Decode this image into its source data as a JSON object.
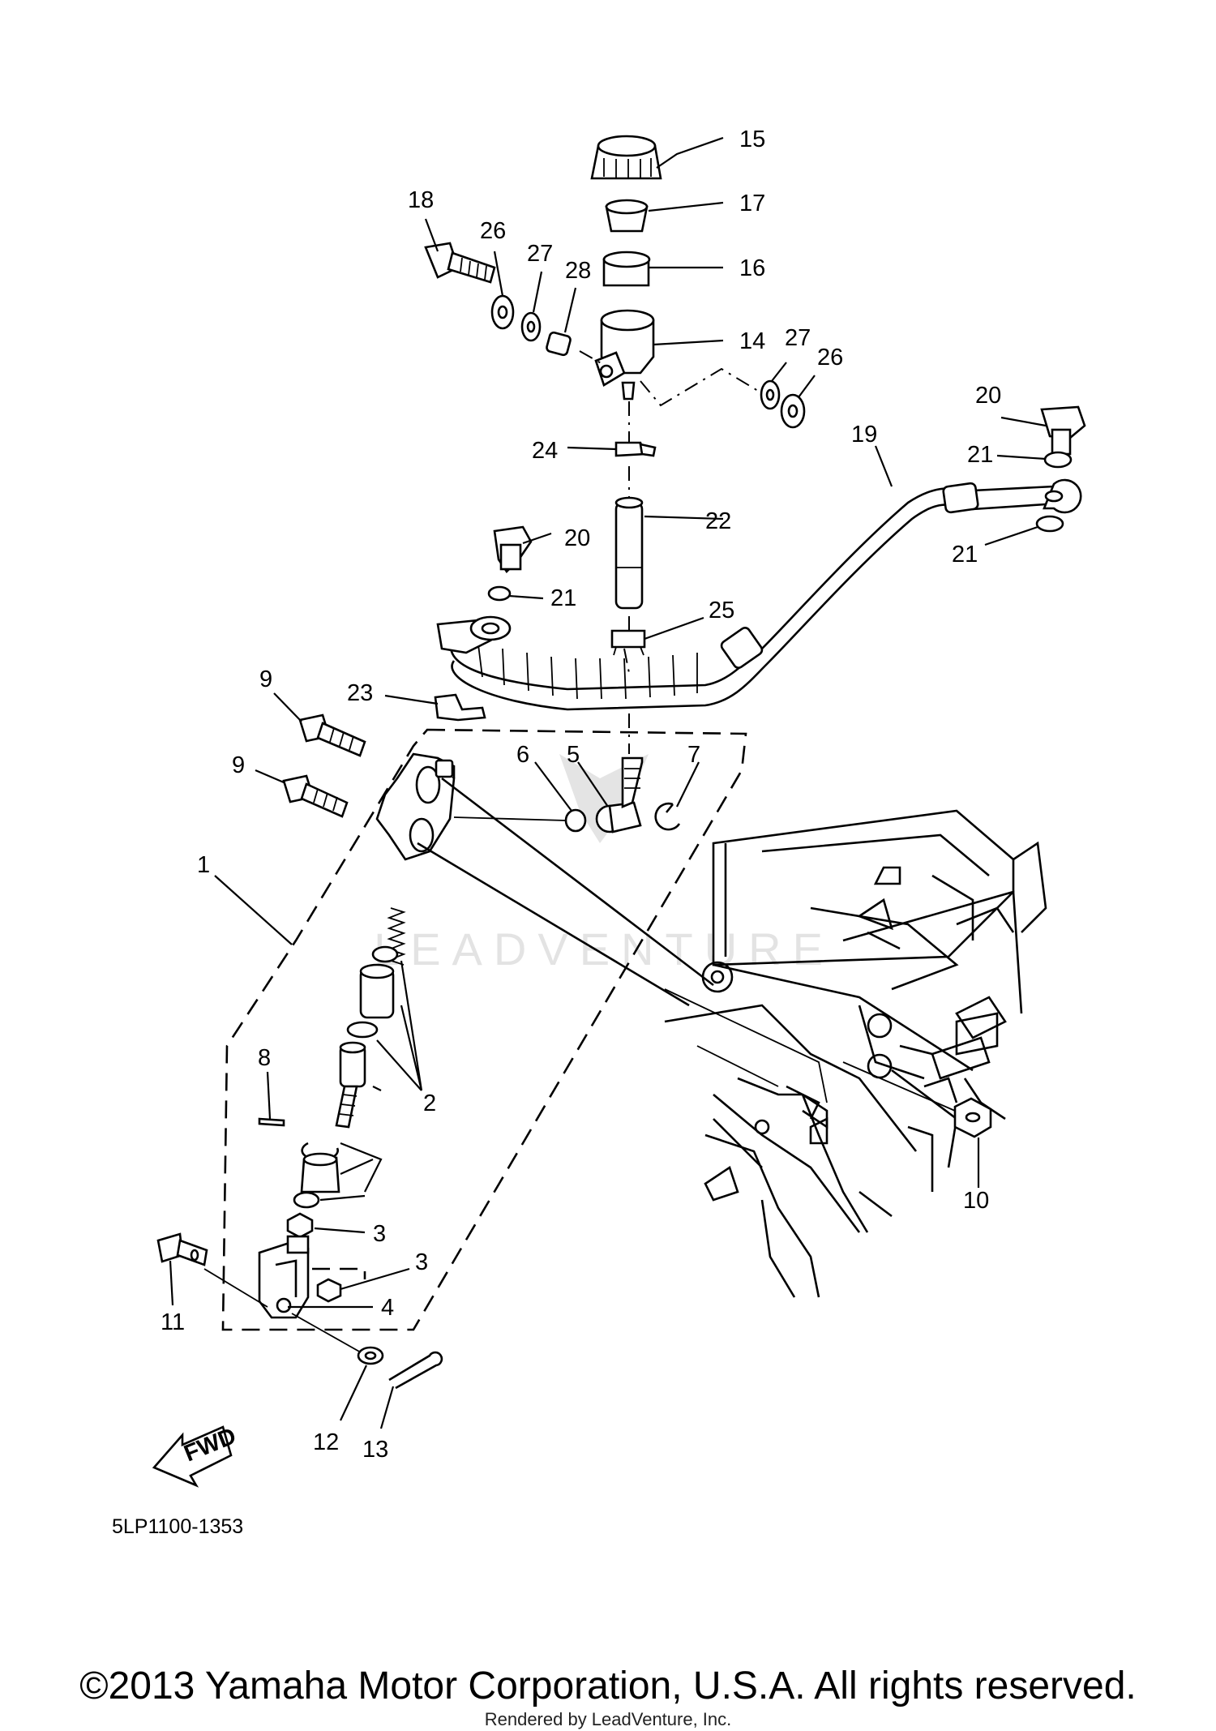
{
  "diagram": {
    "parts": [
      {
        "id": "p1",
        "callout": "1"
      },
      {
        "id": "p2",
        "callout": "2"
      },
      {
        "id": "p3a",
        "callout": "3"
      },
      {
        "id": "p3b",
        "callout": "3"
      },
      {
        "id": "p4",
        "callout": "4"
      },
      {
        "id": "p5",
        "callout": "5"
      },
      {
        "id": "p6",
        "callout": "6"
      },
      {
        "id": "p7",
        "callout": "7"
      },
      {
        "id": "p8",
        "callout": "8"
      },
      {
        "id": "p9a",
        "callout": "9"
      },
      {
        "id": "p9b",
        "callout": "9"
      },
      {
        "id": "p10",
        "callout": "10"
      },
      {
        "id": "p11",
        "callout": "11"
      },
      {
        "id": "p12",
        "callout": "12"
      },
      {
        "id": "p13",
        "callout": "13"
      },
      {
        "id": "p14",
        "callout": "14"
      },
      {
        "id": "p15",
        "callout": "15"
      },
      {
        "id": "p16",
        "callout": "16"
      },
      {
        "id": "p17",
        "callout": "17"
      },
      {
        "id": "p18",
        "callout": "18"
      },
      {
        "id": "p19",
        "callout": "19"
      },
      {
        "id": "p20a",
        "callout": "20"
      },
      {
        "id": "p20b",
        "callout": "20"
      },
      {
        "id": "p21a",
        "callout": "21"
      },
      {
        "id": "p21b",
        "callout": "21"
      },
      {
        "id": "p21c",
        "callout": "21"
      },
      {
        "id": "p22",
        "callout": "22"
      },
      {
        "id": "p23",
        "callout": "23"
      },
      {
        "id": "p24",
        "callout": "24"
      },
      {
        "id": "p25",
        "callout": "25"
      },
      {
        "id": "p26a",
        "callout": "26"
      },
      {
        "id": "p26b",
        "callout": "26"
      },
      {
        "id": "p27a",
        "callout": "27"
      },
      {
        "id": "p27b",
        "callout": "27"
      },
      {
        "id": "p28",
        "callout": "28"
      }
    ],
    "fwd_label": "FWD",
    "diagram_code": "5LP1100-1353",
    "watermark": "LEADVENTURE"
  },
  "footer": {
    "copyright": "©2013 Yamaha Motor Corporation, U.S.A. All rights reserved.",
    "rendered_by": "Rendered by LeadVenture, Inc."
  }
}
